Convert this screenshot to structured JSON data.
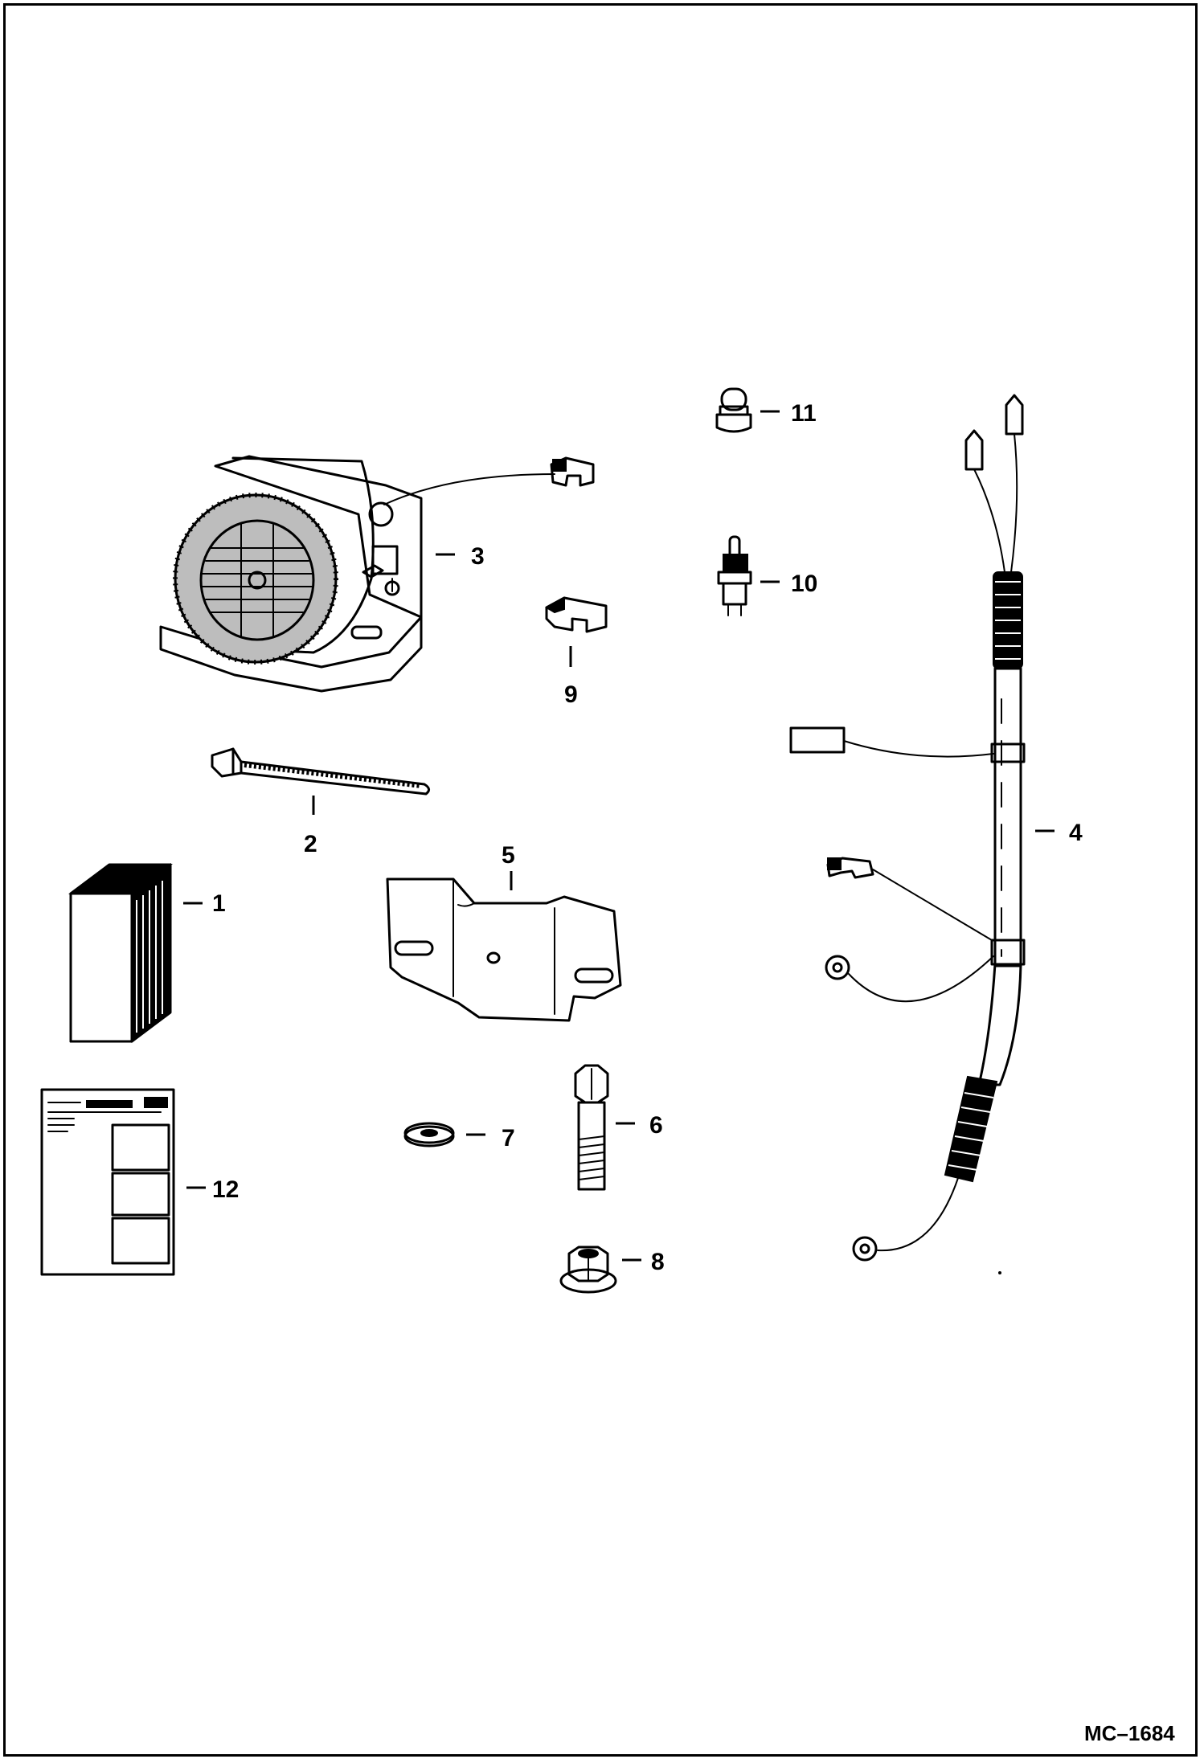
{
  "diagram": {
    "drawing_code": "MC–1684",
    "parts": [
      {
        "id": "1",
        "icon": "decal-pack-icon"
      },
      {
        "id": "2",
        "icon": "cable-tie-icon"
      },
      {
        "id": "3",
        "icon": "backup-alarm-icon"
      },
      {
        "id": "4",
        "icon": "wiring-harness-icon"
      },
      {
        "id": "5",
        "icon": "mounting-bracket-icon"
      },
      {
        "id": "6",
        "icon": "bolt-icon"
      },
      {
        "id": "7",
        "icon": "washer-icon"
      },
      {
        "id": "8",
        "icon": "nut-icon"
      },
      {
        "id": "9",
        "icon": "connector-icon"
      },
      {
        "id": "10",
        "icon": "switch-icon"
      },
      {
        "id": "11",
        "icon": "cap-icon"
      },
      {
        "id": "12",
        "icon": "instruction-sheet-icon"
      }
    ]
  }
}
